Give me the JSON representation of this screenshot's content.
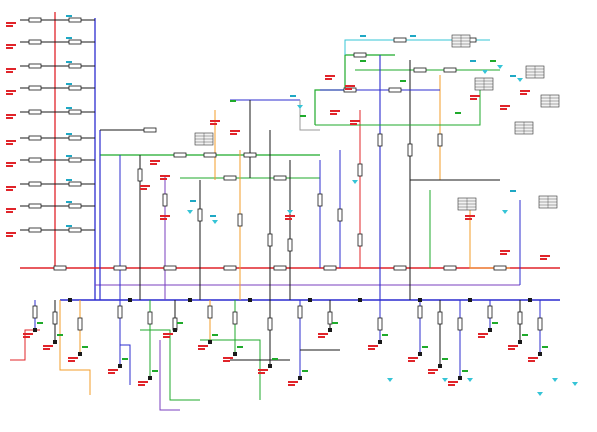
{
  "diagram": {
    "title": "",
    "note": ""
  },
  "colors": {
    "background": "#ffffff",
    "line_black": "#1a1a1a",
    "line_red": "#e0242a",
    "line_blue": "#2c2ccf",
    "line_green": "#1faa2b",
    "line_orange": "#f39c2a",
    "line_cyan": "#35c4d6",
    "line_purple": "#7a3fbf",
    "line_gray": "#9a9a9a",
    "label_red": "#e0242a",
    "label_green": "#1faa2b",
    "label_cyan": "#1fa8c4",
    "table_fill": "#f2f2f2",
    "table_border": "#333333"
  },
  "legend_tables_count": 8,
  "icons": [
    "switch-symbol",
    "breaker-symbol",
    "load-arrow",
    "generator-symbol"
  ]
}
